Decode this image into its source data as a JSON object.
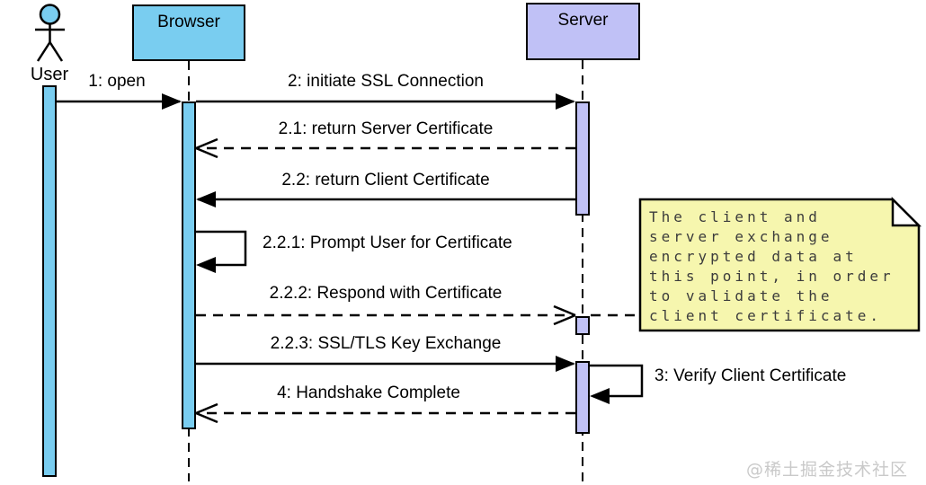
{
  "diagram_type": "uml-sequence",
  "participants": {
    "user": {
      "label": "User",
      "kind": "actor"
    },
    "browser": {
      "label": "Browser",
      "kind": "object",
      "fill": "#79CDF0"
    },
    "server": {
      "label": "Server",
      "kind": "object",
      "fill": "#C0C1F6"
    }
  },
  "messages": [
    {
      "label": "1: open",
      "from": "user",
      "to": "browser",
      "type": "sync-solid-filled-arrow"
    },
    {
      "label": "2: initiate SSL Connection",
      "from": "browser",
      "to": "server",
      "type": "sync-solid-filled-arrow"
    },
    {
      "label": "2.1: return Server Certificate",
      "from": "server",
      "to": "browser",
      "type": "return-dashed-open-arrow"
    },
    {
      "label": "2.2: return Client Certificate",
      "from": "server",
      "to": "browser",
      "type": "sync-solid-filled-arrow"
    },
    {
      "label": "2.2.1: Prompt User for Certificate",
      "from": "browser",
      "to": "browser",
      "type": "self-solid-filled-arrow"
    },
    {
      "label": "2.2.2: Respond with Certificate",
      "from": "browser",
      "to": "server",
      "type": "return-dashed-open-arrow"
    },
    {
      "label": "2.2.3: SSL/TLS Key Exchange",
      "from": "browser",
      "to": "server",
      "type": "sync-solid-filled-arrow"
    },
    {
      "label": "3: Verify Client Certificate",
      "from": "server",
      "to": "server",
      "type": "self-solid-filled-arrow"
    },
    {
      "label": "4: Handshake Complete",
      "from": "server",
      "to": "browser",
      "type": "return-dashed-open-arrow"
    }
  ],
  "note": {
    "lines": [
      "The client and",
      "server exchange",
      "encrypted data at",
      "this point, in order",
      "to validate the",
      "client certificate."
    ],
    "fill": "#F6F6AE",
    "attached_to": "message 2.2.2 at server lifeline"
  },
  "watermark": "@稀土掘金技术社区",
  "colors": {
    "actor_fill": "#79CDF0",
    "browser_fill": "#79CDF0",
    "server_fill": "#C0C1F6",
    "note_fill": "#F6F6AE",
    "note_text": "#3C3C3C",
    "line": "#000000",
    "watermark": "#C9C9C9",
    "background": "#FFFFFF"
  }
}
